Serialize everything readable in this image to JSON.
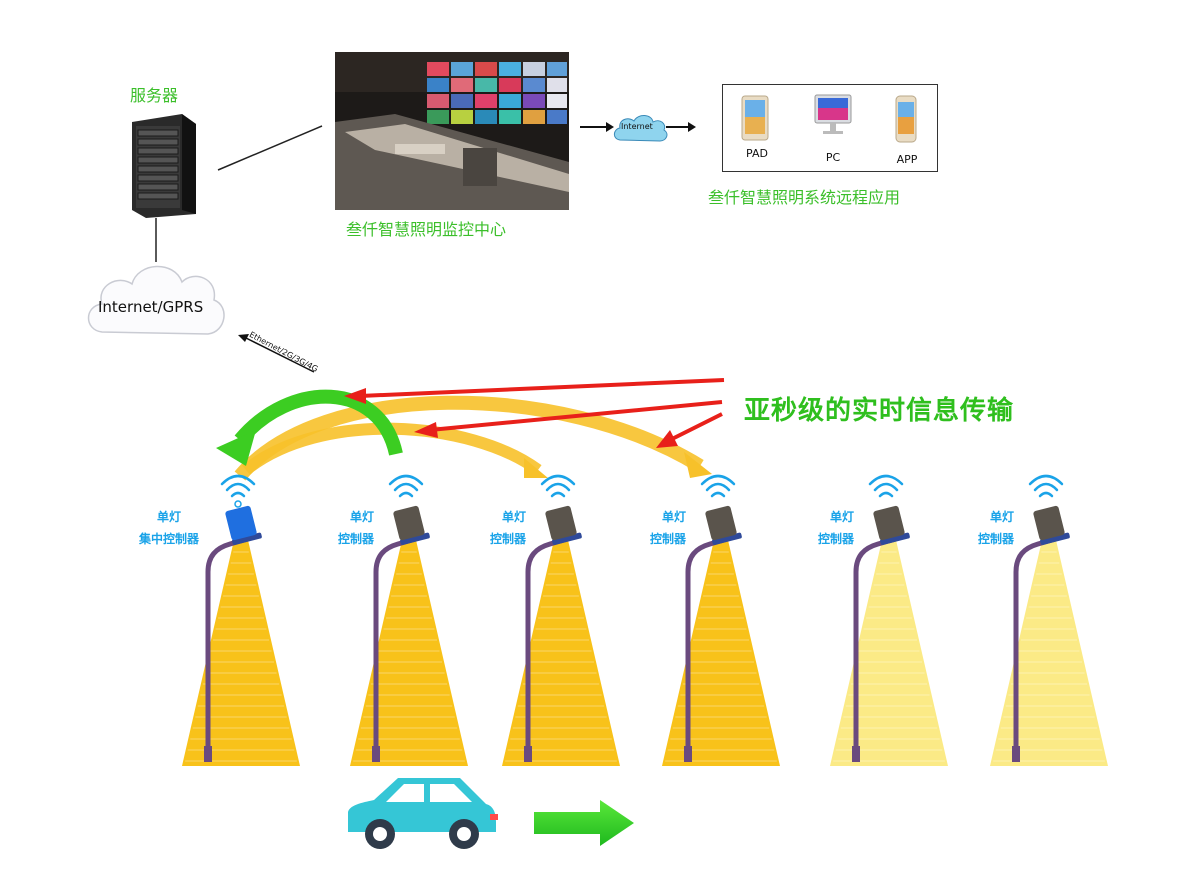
{
  "server": {
    "label": "服务器"
  },
  "cloud": {
    "label": "Internet/GPRS"
  },
  "link_label": "Ethernet/2G/3G/4G",
  "monitor_center": {
    "label": "叁仟智慧照明监控中心"
  },
  "internet_bubble": {
    "label": "Internet"
  },
  "remote_apps": {
    "label": "叁仟智慧照明系统远程应用",
    "devices": [
      {
        "label": "PAD",
        "icon": "tablet-icon"
      },
      {
        "label": "PC",
        "icon": "monitor-icon"
      },
      {
        "label": "APP",
        "icon": "phone-icon"
      }
    ]
  },
  "headline": "亚秒级的实时信息传输",
  "lamps": [
    {
      "line1": "单灯",
      "line2": "集中控制器",
      "lit": true,
      "head_color": "#1f6fe0"
    },
    {
      "line1": "单灯",
      "line2": "控制器",
      "lit": true,
      "head_color": "#5a544c"
    },
    {
      "line1": "单灯",
      "line2": "控制器",
      "lit": true,
      "head_color": "#5a544c"
    },
    {
      "line1": "单灯",
      "line2": "控制器",
      "lit": true,
      "head_color": "#5a544c"
    },
    {
      "line1": "单灯",
      "line2": "控制器",
      "lit": false,
      "head_color": "#5a544c"
    },
    {
      "line1": "单灯",
      "line2": "控制器",
      "lit": false,
      "head_color": "#5a544c"
    }
  ],
  "colors": {
    "label_green": "#3bbf2a",
    "lamp_label_blue": "#1aa3e8",
    "beam_lit": "#f8c21a",
    "beam_dim": "#fbea86",
    "red_arrow": "#e8201a",
    "car": "#35c6d6"
  }
}
